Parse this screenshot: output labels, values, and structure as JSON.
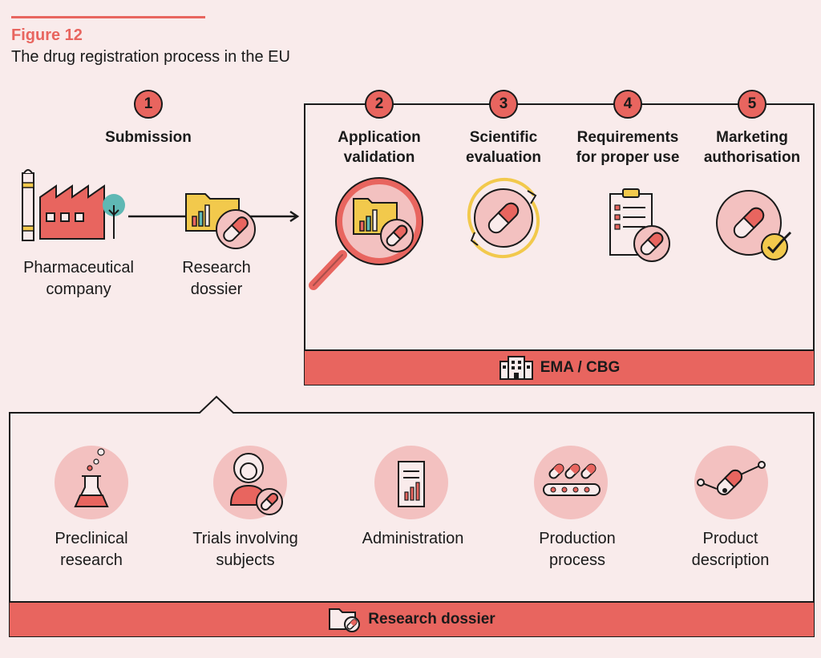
{
  "figure": {
    "label": "Figure 12",
    "title": "The drug registration process in the EU"
  },
  "steps": [
    {
      "number": "1",
      "title": "Submission"
    },
    {
      "number": "2",
      "title": "Application\nvalidation"
    },
    {
      "number": "3",
      "title": "Scientific\nevaluation"
    },
    {
      "number": "4",
      "title": "Requirements\nfor proper use"
    },
    {
      "number": "5",
      "title": "Marketing\nauthorisation"
    }
  ],
  "submission": {
    "company_label": "Pharmaceutical\ncompany",
    "dossier_label": "Research\ndossier"
  },
  "ema_bar_label": "EMA / CBG",
  "dossier_items": [
    {
      "label": "Preclinical\nresearch",
      "icon": "flask-icon"
    },
    {
      "label": "Trials involving\nsubjects",
      "icon": "person-pill-icon"
    },
    {
      "label": "Administration",
      "icon": "document-chart-icon"
    },
    {
      "label": "Production\nprocess",
      "icon": "conveyor-pills-icon"
    },
    {
      "label": "Product\ndescription",
      "icon": "pill-molecule-icon"
    }
  ],
  "dossier_bar_label": "Research dossier",
  "colors": {
    "accent": "#e8655f",
    "pink_circle": "#f3c1c0",
    "yellow": "#f2c94c",
    "teal": "#5fb8b4",
    "background": "#f9ebeb"
  }
}
